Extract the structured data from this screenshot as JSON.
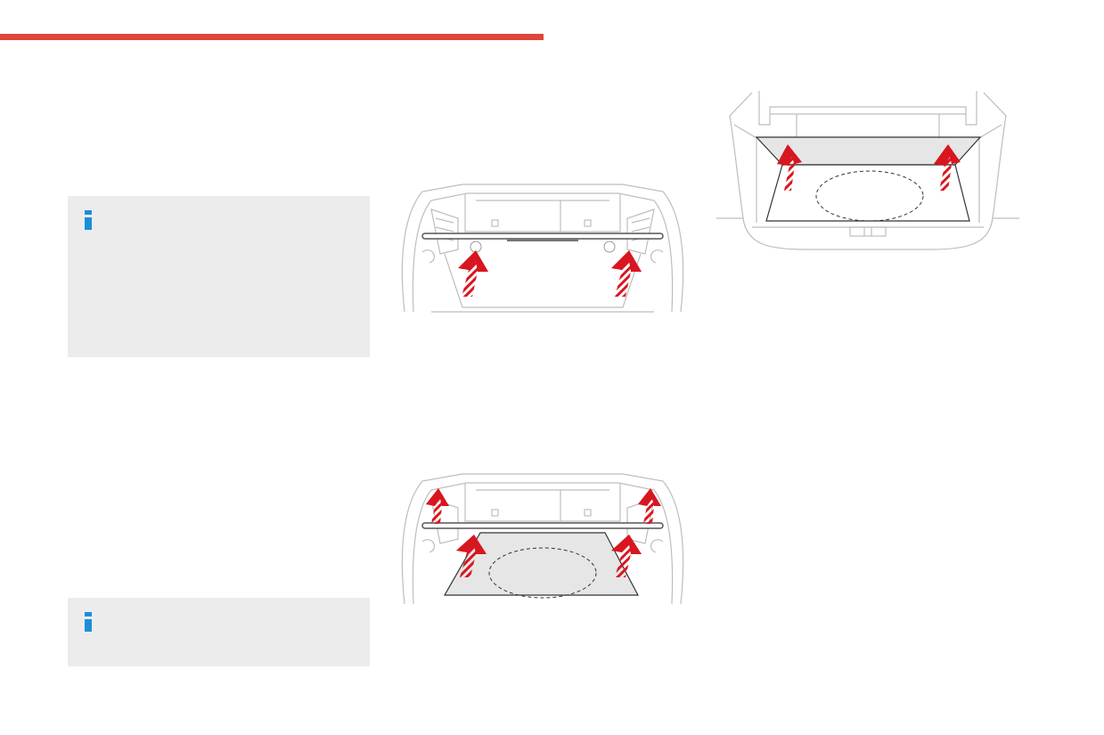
{
  "colors": {
    "accent_bar": "#e1443a",
    "info_box_bg": "#ececec",
    "info_icon": "#1a8fd8",
    "arrow": "#d8161f",
    "line_art": "#bdbdbd",
    "panel_fill": "#e6e6e6"
  },
  "header": {
    "accent": "red-rule"
  },
  "info_boxes": [
    {
      "icon": "info-icon"
    },
    {
      "icon": "info-icon"
    }
  ],
  "illustrations": [
    {
      "subject": "boot-shelf-lift-rear-supports",
      "arrows": 2
    },
    {
      "subject": "boot-floor-panel-lift",
      "arrows": 4
    },
    {
      "subject": "boot-floor-panel-lift-open-tailgate",
      "arrows": 2
    }
  ]
}
